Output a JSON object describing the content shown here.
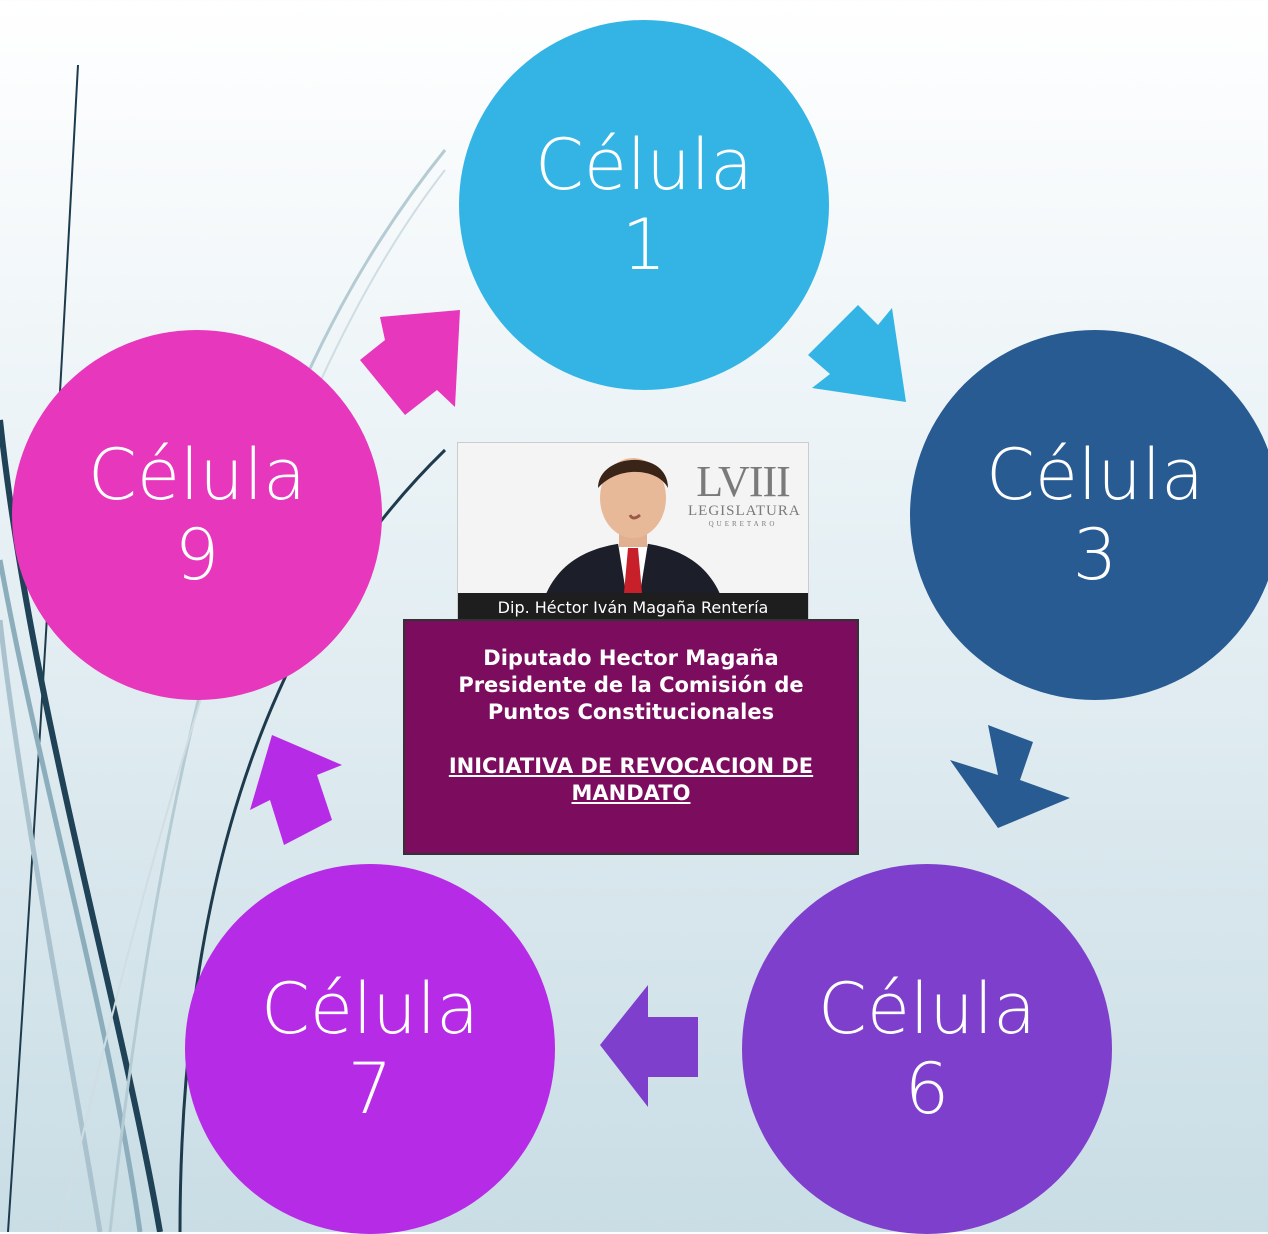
{
  "cells": {
    "c1": {
      "word": "Célula",
      "number": "1",
      "color": "#33b4e5"
    },
    "c3": {
      "word": "Célula",
      "number": "3",
      "color": "#285b92"
    },
    "c6": {
      "word": "Célula",
      "number": "6",
      "color": "#7e40cc"
    },
    "c7": {
      "word": "Célula",
      "number": "7",
      "color": "#b62be6"
    },
    "c9": {
      "word": "Célula",
      "number": "9",
      "color": "#e637bd"
    }
  },
  "photo": {
    "caption": "Dip. Héctor Iván Magaña Rentería",
    "logo_numeral": "LVIII",
    "logo_word": "LEGISLATURA",
    "logo_place": "QUERETARO"
  },
  "info": {
    "line1": "Diputado Hector Magaña",
    "line2": "Presidente de la Comisión de",
    "line3": "Puntos Constitucionales",
    "link_line1": "INICIATIVA DE REVOCACION DE",
    "link_line2": "MANDATO",
    "box_color": "#7b0c5e"
  },
  "arrows": {
    "c1_to_c3": "#33b4e5",
    "c3_to_c6": "#285b92",
    "c6_to_c7": "#7e40cc",
    "c7_to_c9": "#b62be6",
    "c9_to_c1": "#e637bd"
  }
}
